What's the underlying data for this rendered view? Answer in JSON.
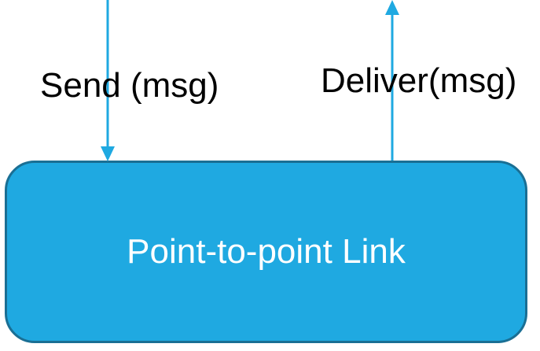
{
  "colors": {
    "box_fill": "#1fa9e1",
    "box_border": "#1a6f94",
    "arrow": "#1fa9e1",
    "label_text": "#000000",
    "box_text": "#ffffff"
  },
  "labels": {
    "send": "Send (msg)",
    "deliver": "Deliver(msg)"
  },
  "box": {
    "label": "Point-to-point Link"
  },
  "arrows": {
    "send": {
      "direction": "down",
      "icon": "arrow-down-icon"
    },
    "deliver": {
      "direction": "up",
      "icon": "arrow-up-icon"
    }
  }
}
